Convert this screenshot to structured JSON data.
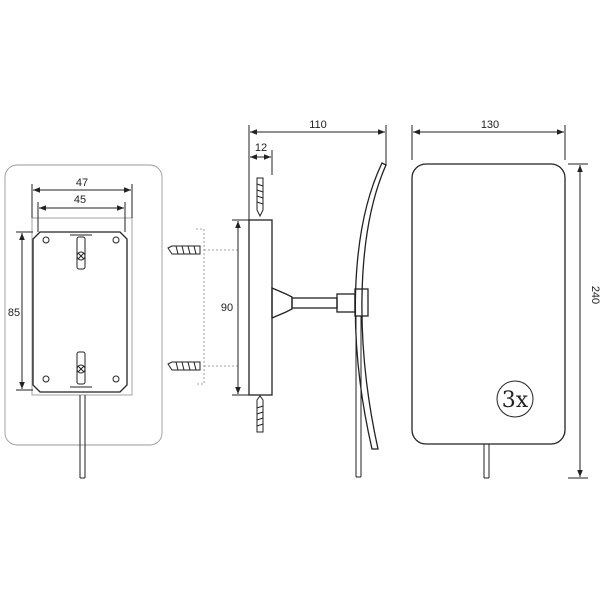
{
  "dimensions": {
    "plate_outer_width": "47",
    "plate_inner_width": "45",
    "plate_height": "85",
    "arm_projection": "110",
    "base_depth": "12",
    "base_height": "90",
    "mirror_width": "130",
    "mirror_height": "240"
  },
  "mirror": {
    "magnification_label": "3x"
  }
}
